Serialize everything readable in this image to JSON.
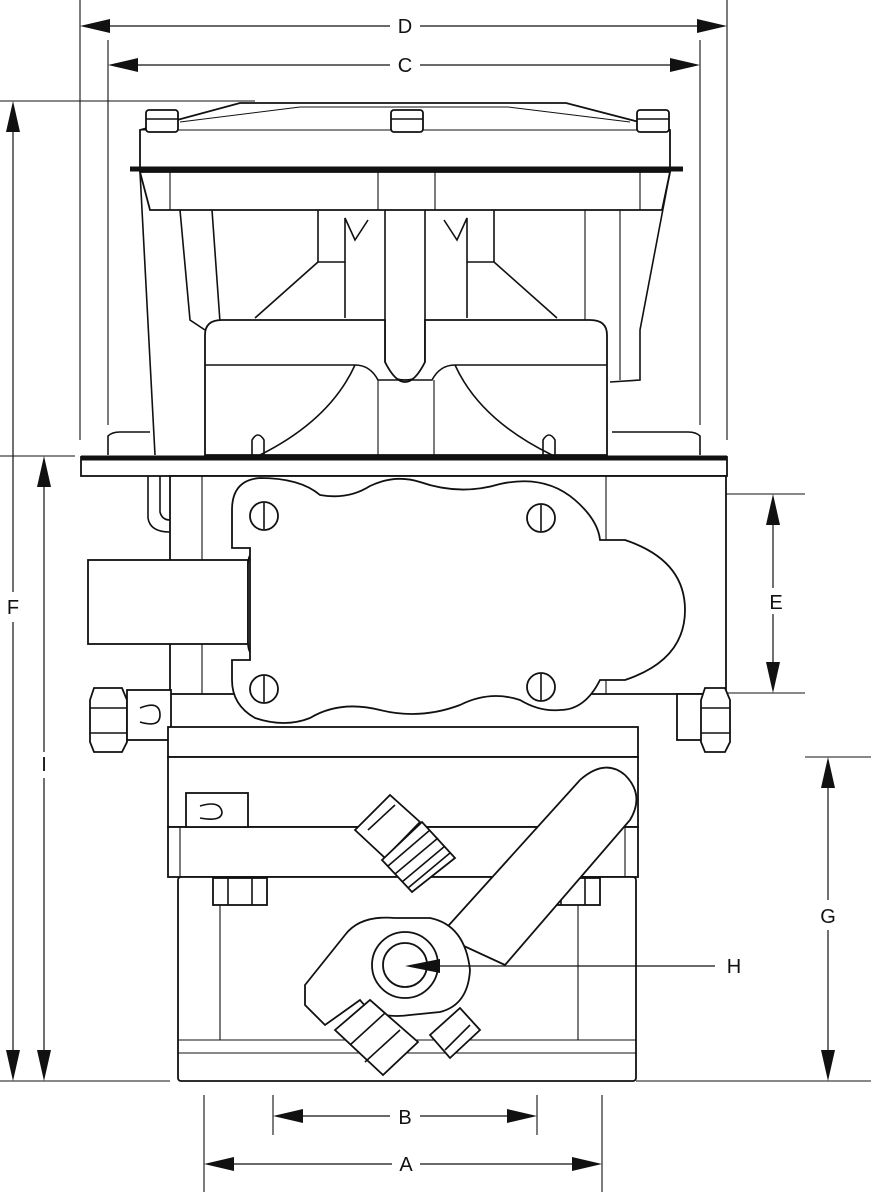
{
  "drawing": {
    "dimension_labels": {
      "A": "A",
      "B": "B",
      "C": "C",
      "D": "D",
      "E": "E",
      "F": "F",
      "G": "G",
      "H": "H",
      "I": "I"
    }
  }
}
